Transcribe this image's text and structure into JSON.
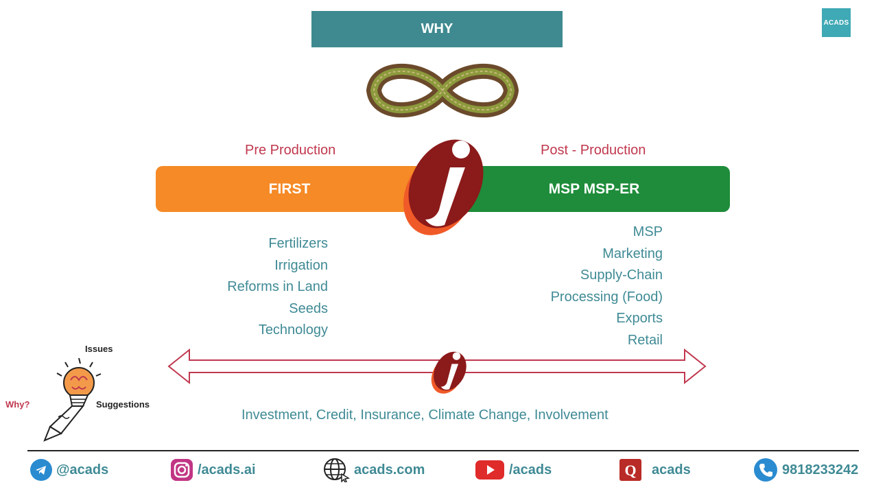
{
  "header": {
    "why": "WHY",
    "logo": "ACADS"
  },
  "phases": {
    "pre_label": "Pre Production",
    "post_label": "Post - Production",
    "first_bar": "FIRST",
    "msp_bar": "MSP MSP-ER"
  },
  "pre_items": [
    "Fertilizers",
    "Irrigation",
    "Reforms in Land",
    "Seeds",
    "Technology"
  ],
  "post_items": [
    "MSP",
    "Marketing",
    "Supply-Chain",
    "Processing (Food)",
    "Exports",
    "Retail"
  ],
  "bottom_text": "Investment, Credit, Insurance, Climate Change, Involvement",
  "bulb_labels": {
    "issues": "Issues",
    "why": "Why?",
    "suggestions": "Suggestions"
  },
  "footer": {
    "telegram": "@acads",
    "instagram": "/acads.ai",
    "web": "acads.com",
    "youtube": "/acads",
    "q": "acads",
    "phone": "9818233242"
  },
  "icons": [
    "infinity-farm-icon",
    "icici-i-icon",
    "lightbulb-pencil-icon",
    "telegram-icon",
    "instagram-icon",
    "globe-icon",
    "youtube-icon",
    "q-app-icon",
    "phone-icon"
  ],
  "colors": {
    "teal": "#3e8a90",
    "orange": "#f58a26",
    "green": "#1e8c3a",
    "red": "#c0384e",
    "text_teal": "#3f8a95"
  }
}
